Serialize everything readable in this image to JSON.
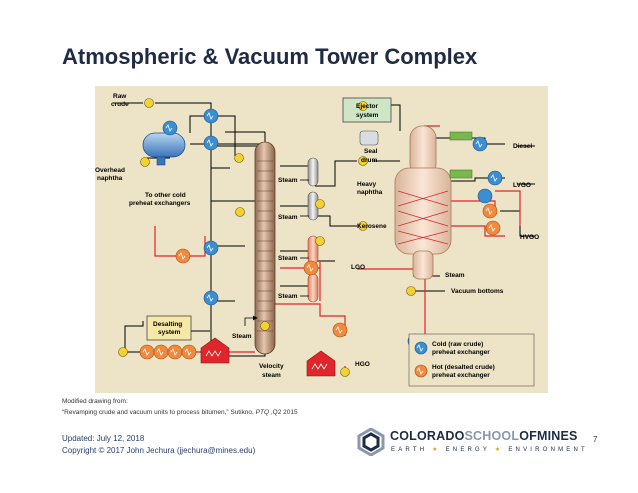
{
  "slide": {
    "title": "Atmospheric & Vacuum Tower Complex",
    "source_line1": "Modified drawing from:",
    "source_line2_pre": "“Revamping crude and vacuum units to process bitumen,” Sutikno, ",
    "source_line2_journal": "PTQ",
    "source_line2_post": " ,Q2 2015",
    "updated": "Updated: July 12, 2018",
    "copyright": "Copyright © 2017 John Jechura (jjechura@mines.edu)",
    "page_number": "7"
  },
  "logo": {
    "part1": "COLORADO",
    "part2": "SCHOOL",
    "part3": "OF",
    "part4": "MINES",
    "tag1": "EARTH",
    "tag2": "ENERGY",
    "tag3": "ENVIRONMENT",
    "separator": "★"
  },
  "diagram": {
    "labels": {
      "raw_crude_1": "Raw",
      "raw_crude_2": "crude",
      "overhead_1": "Overhead",
      "overhead_2": "naphtha",
      "other_cold_1": "To other cold",
      "other_cold_2": "preheat exchangers",
      "desalting_1": "Desalting",
      "desalting_2": "system",
      "ejector_1": "Ejector",
      "ejector_2": "system",
      "seal_1": "Seal",
      "seal_2": "drum",
      "steam": "Steam",
      "heavy_naphtha_1": "Heavy",
      "heavy_naphtha_2": "naphtha",
      "kerosene": "Kerosene",
      "lgo": "LGO",
      "hgo": "HGO",
      "diesel": "Diesel",
      "lvgo": "LVGO",
      "hvgo": "HVGO",
      "vacuum_bottoms": "Vacuum bottoms",
      "velocity_steam_1": "Velocity",
      "velocity_steam_2": "steam"
    },
    "legend": {
      "cold_1": "Cold (raw crude)",
      "cold_2": "preheat exchanger",
      "hot_1": "Hot (desalted crude)",
      "hot_2": "preheat exchanger"
    },
    "colors": {
      "background": "#ede3c6",
      "cold_exchanger": "#3a8fd0",
      "hot_exchanger": "#f08a3c",
      "hot_line": "#e0262a",
      "pump": "#f2d230",
      "column": "#c79c80",
      "vacuum_tower": "#f7d2b8",
      "title": "#1f2a44"
    }
  }
}
